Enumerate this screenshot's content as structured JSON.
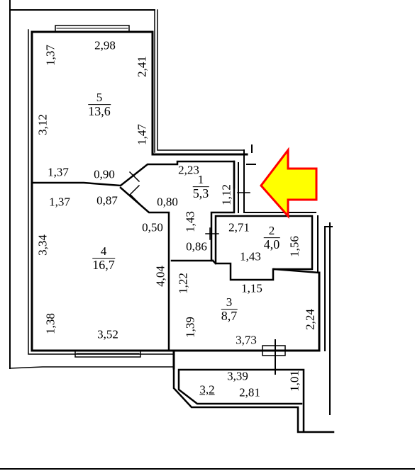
{
  "colors": {
    "walls": "#000000",
    "entrance_arrow_fill": "#ffff00",
    "entrance_arrow_stroke": "#ff0000"
  },
  "icons": {
    "entrance": "entrance-arrow-icon"
  },
  "rooms": [
    {
      "id": "5",
      "number": "5",
      "area": "13,6"
    },
    {
      "id": "1",
      "number": "1",
      "area": "5,3"
    },
    {
      "id": "2",
      "number": "2",
      "area": "4,0"
    },
    {
      "id": "3",
      "number": "3",
      "area": "8,7"
    },
    {
      "id": "4",
      "number": "4",
      "area": "16,7"
    }
  ],
  "dimensions": {
    "r5_top": "2,98",
    "r5_left_upper": "1,37",
    "r5_right_upper": "2,41",
    "r5_left": "3,12",
    "r5_right_lower": "1,47",
    "r5_bottom_left": "1,37",
    "r5_bottom_mid": "0,90",
    "r4_top_left": "1,37",
    "r4_top_mid": "0,87",
    "diag_080": "0,80",
    "r4_050": "0,50",
    "r4_left": "3,34",
    "r4_right": "4,04",
    "r4_left_lower": "1,38",
    "r4_bottom": "3,52",
    "r1_top": "2,23",
    "r1_right": "1,12",
    "r1_left": "1,43",
    "r2_top": "2,71",
    "r2_right": "1,56",
    "r2_bottom": "1,43",
    "r086": "0,86",
    "r3_left_upper": "1,22",
    "r3_top": "1,15",
    "r3_left_lower": "1,39",
    "r3_right": "2,24",
    "r3_bottom": "3,73",
    "balcony_top": "3,39",
    "balcony_right": "1,01",
    "balcony_area": "3,2",
    "balcony_bottom": "2,81"
  }
}
